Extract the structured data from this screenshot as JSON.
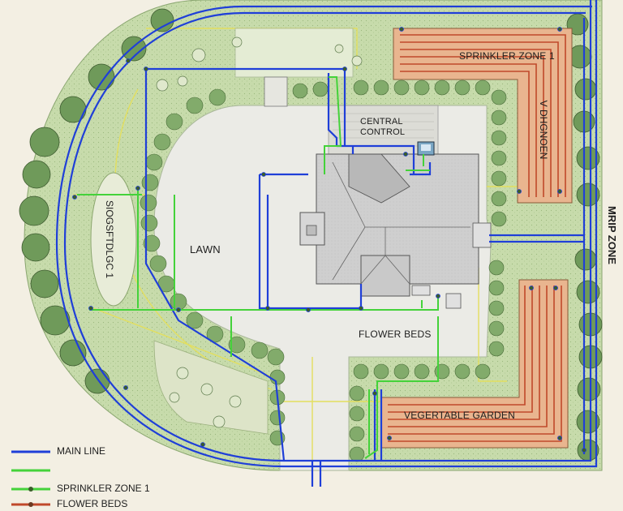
{
  "labels": {
    "sprinkler_zone_1": "SPRINKLER ZONE 1",
    "vertical_zone_right": "V DHGNOEN",
    "central_control": "CENTRAL\nCONTROL",
    "left_zone_rotated": "SIOGSFTDLGC 1",
    "lawn": "LAWN",
    "flower_beds": "FLOWER BEDS",
    "vegetable_garden": "VEGERTABLE GARDEN",
    "drip_zone": "MRIP ZONE"
  },
  "legend": [
    {
      "label": "MAIN LINE",
      "color": "#1f3fd8"
    },
    {
      "label": "",
      "color": "#44d23a"
    },
    {
      "label": "SPRINKLER ZONE 1",
      "color": "#44d23a"
    },
    {
      "label": "FLOWER BEDS",
      "color": "#c0492b"
    }
  ],
  "colors": {
    "main_line": "#1f3fd8",
    "sprinkler": "#44d23a",
    "flower_bed": "#c0492b",
    "bed_fill": "#e8b48e",
    "yard": "#c9dcae",
    "lawn": "#ecece8",
    "tree": "#7fa868",
    "house_roof": "#c9c9c9",
    "paper": "#f3efe3",
    "yellow_path": "#e8e070"
  }
}
